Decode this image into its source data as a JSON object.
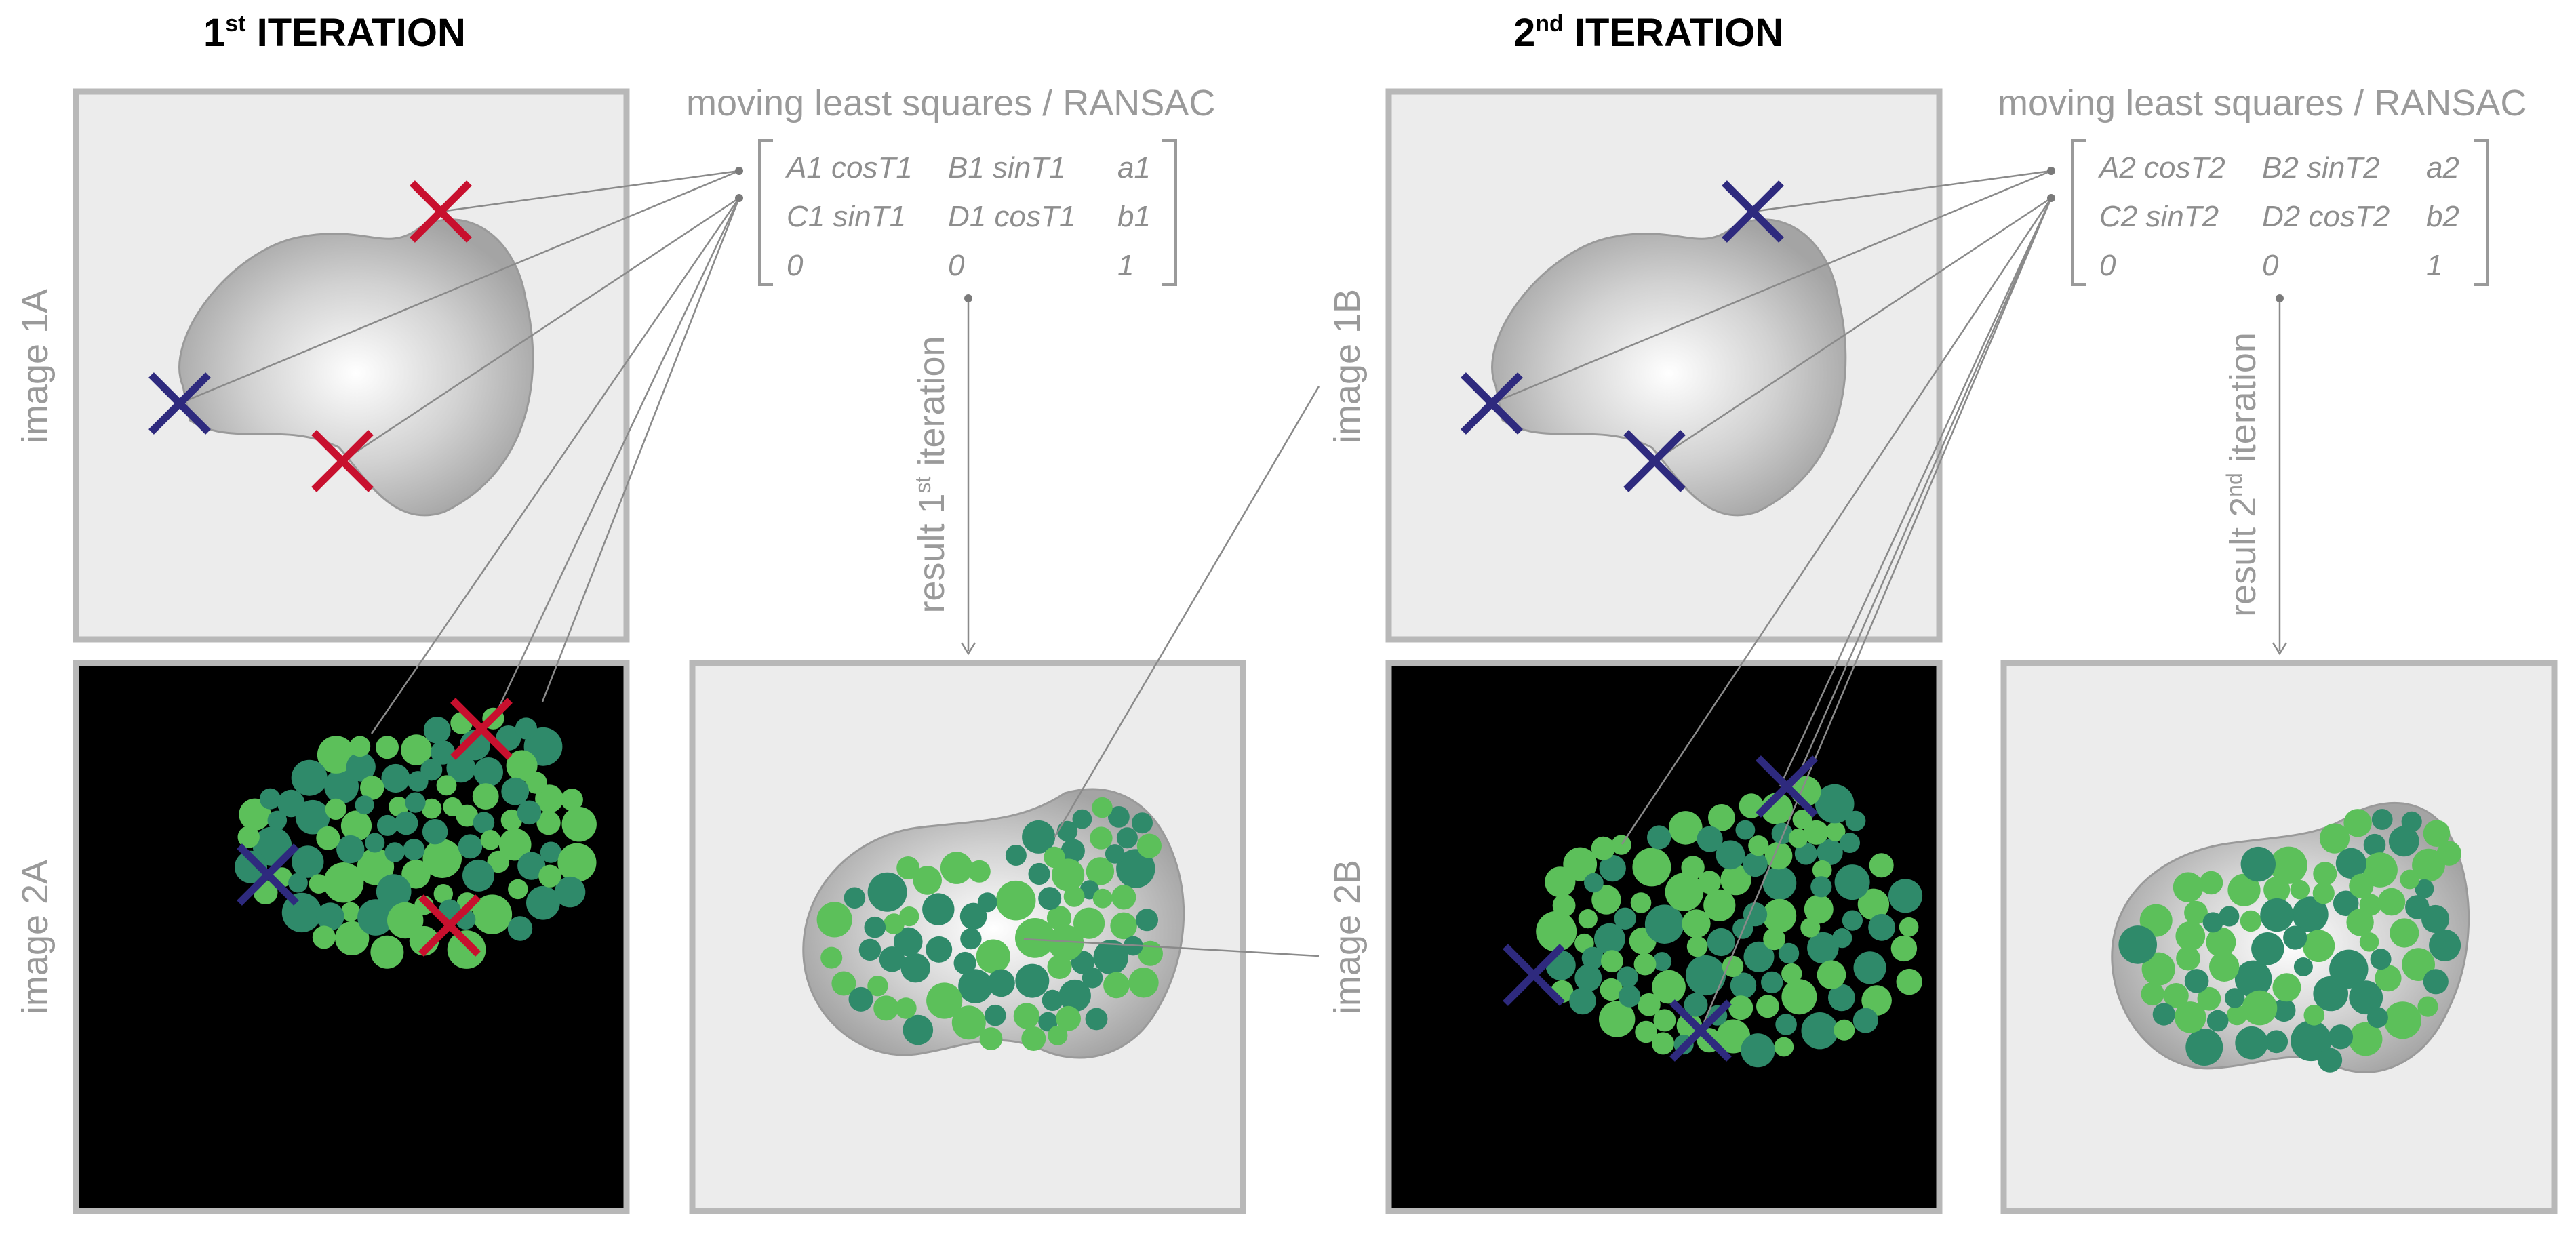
{
  "headers": {
    "iter1": {
      "num": "1",
      "sup": "st",
      "text": " ITERATION"
    },
    "iter2": {
      "num": "2",
      "sup": "nd",
      "text": " ITERATION"
    }
  },
  "method_labels": {
    "iter1": "moving least squares / RANSAC",
    "iter2": "moving least squares / RANSAC"
  },
  "matrix1": {
    "r1c1": "A1 cosT1",
    "r1c2": "B1 sinT1",
    "r1c3": "a1",
    "r2c1": "C1 sinT1",
    "r2c2": "D1 cosT1",
    "r2c3": "b1",
    "r3c1": "0",
    "r3c2": "0",
    "r3c3": "1"
  },
  "matrix2": {
    "r1c1": "A2 cosT2",
    "r1c2": "B2 sinT2",
    "r1c3": "a2",
    "r2c1": "C2 sinT2",
    "r2c2": "D2 cosT2",
    "r2c3": "b2",
    "r3c1": "0",
    "r3c2": "0",
    "r3c3": "1"
  },
  "panel_labels": {
    "image_1a": "image 1A",
    "image_2a": "image 2A",
    "image_1b": "image 1B",
    "image_2b": "image 2B"
  },
  "result_labels": {
    "iter1": {
      "pre": "result 1",
      "sup": "st",
      "post": " iteration"
    },
    "iter2": {
      "pre": "result 2",
      "sup": "nd",
      "post": " iteration"
    }
  },
  "colors": {
    "marker_red": "#c8102e",
    "marker_blue": "#2e2a7e",
    "cell_light_green": "#5cc05a",
    "cell_dark_green": "#2f8a6a",
    "panel_fill": "#ececec",
    "panel_border": "#b8b8b8"
  }
}
